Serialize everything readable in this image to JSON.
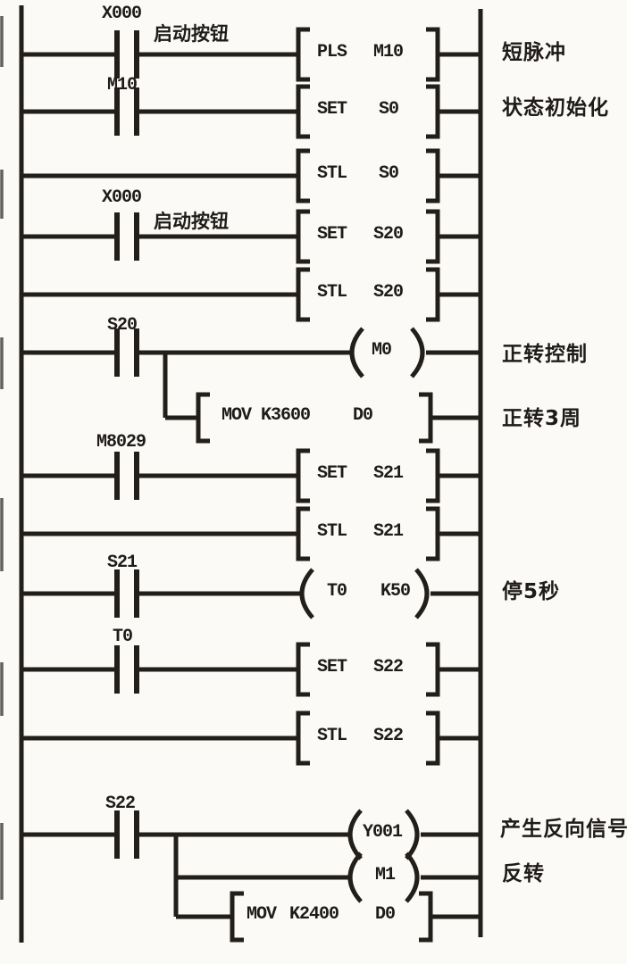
{
  "diagram": {
    "kind": "plc-ladder-logic",
    "language": "FX-series step ladder (STL)",
    "colors": {
      "ink": "#221e1a",
      "paper": "#fbfaf7"
    },
    "rungs": [
      {
        "n": 1,
        "contact": "X000",
        "contact_note": "启动按钮",
        "op": "PLS",
        "arg1": "M10",
        "comment": "短脉冲"
      },
      {
        "n": 2,
        "contact": "M10",
        "op": "SET",
        "arg1": "S0",
        "comment": "状态初始化"
      },
      {
        "n": 3,
        "op": "STL",
        "arg1": "S0"
      },
      {
        "n": 4,
        "contact": "X000",
        "contact_note": "启动按钮",
        "op": "SET",
        "arg1": "S20"
      },
      {
        "n": 5,
        "op": "STL",
        "arg1": "S20"
      },
      {
        "n": 6,
        "contact": "S20",
        "coil": "M0",
        "comment": "正转控制"
      },
      {
        "n": 7,
        "branch_of": 6,
        "op": "MOV",
        "arg1": "K3600",
        "arg2": "D0",
        "comment": "正转3周"
      },
      {
        "n": 8,
        "contact": "M8029",
        "op": "SET",
        "arg1": "S21"
      },
      {
        "n": 9,
        "op": "STL",
        "arg1": "S21"
      },
      {
        "n": 10,
        "contact": "S21",
        "coil": "T0",
        "coil_arg": "K50",
        "comment": "停5秒"
      },
      {
        "n": 11,
        "contact": "T0",
        "op": "SET",
        "arg1": "S22"
      },
      {
        "n": 12,
        "op": "STL",
        "arg1": "S22"
      },
      {
        "n": 13,
        "contact": "S22",
        "coil": "Y001",
        "comment": "产生反向信号"
      },
      {
        "n": 14,
        "branch_of": 13,
        "coil": "M1",
        "comment": "反转"
      },
      {
        "n": 15,
        "branch_of": 13,
        "op": "MOV",
        "arg1": "K2400",
        "arg2": "D0"
      }
    ]
  }
}
